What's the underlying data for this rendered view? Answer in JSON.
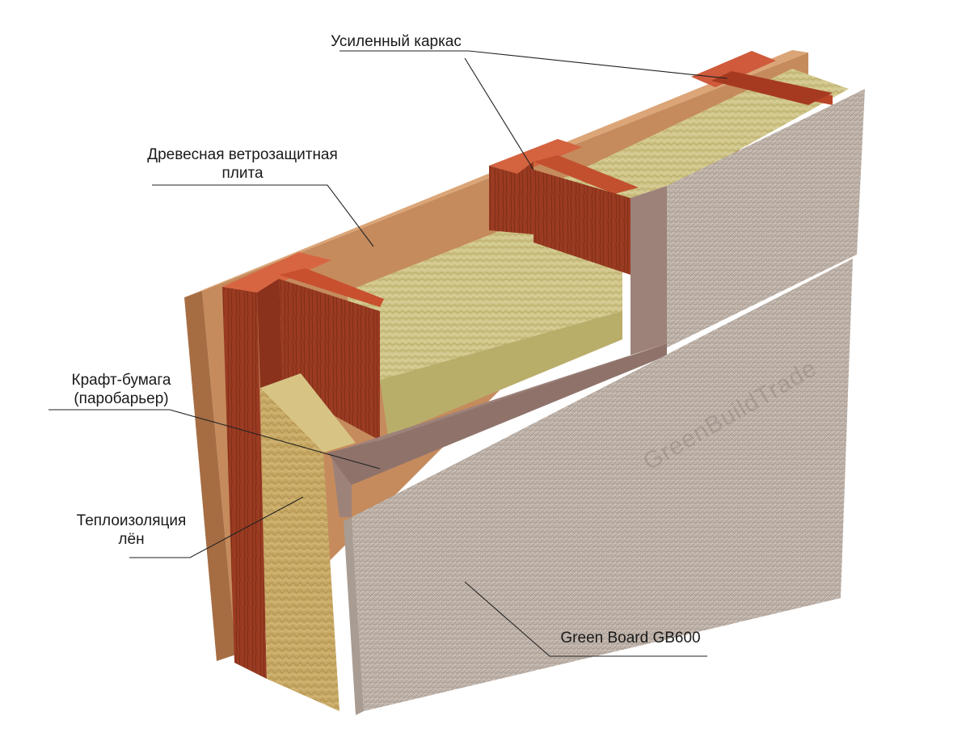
{
  "labels": {
    "frame": "Усиленный каркас",
    "windboard_line1": "Древесная ветрозащитная",
    "windboard_line2": "плита",
    "kraft_line1": "Крафт-бумага",
    "kraft_line2": "(паробарьер)",
    "insulation_line1": "Теплоизоляция",
    "insulation_line2": "лён",
    "greenboard": "Green Board GB600"
  },
  "watermark": "GreenBuildTrade",
  "colors": {
    "wood_stud": "#9a3b22",
    "wood_stud_top": "#cf5a3c",
    "wind_board": "#c2875a",
    "wind_board_edge": "#a86e44",
    "insulation": "#cfc488",
    "insulation_dark": "#b6a862",
    "kraft_paper": "#9a8078",
    "green_board": "#bfb3aa",
    "green_board_dark": "#a89c93",
    "leader_line": "#222222"
  }
}
